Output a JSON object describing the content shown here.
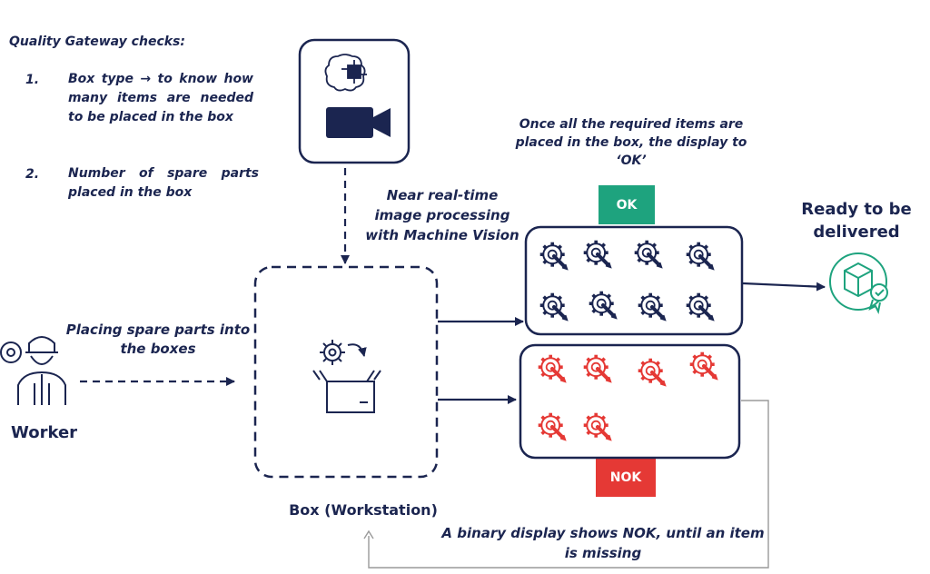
{
  "checks": {
    "title": "Quality Gateway checks:",
    "items": [
      {
        "num": "1.",
        "text": "Box type → to know how many items are needed to be placed in the box"
      },
      {
        "num": "2.",
        "text": "Number of spare parts placed in the box"
      }
    ]
  },
  "labels": {
    "ok_note": "Once all the required items are placed in the box, the display to ‘OK’",
    "ok_badge": "OK",
    "nok_badge": "NOK",
    "image_processing": "Near real-time image processing with Machine Vision",
    "ready": "Ready to be delivered",
    "placing": "Placing spare parts into the boxes",
    "worker": "Worker",
    "box": "Box (Workstation)",
    "nok_note": "A binary display shows NOK, until an item is missing"
  },
  "colors": {
    "navy": "#1b2550",
    "green": "#1ea37e",
    "red": "#e53935",
    "gray": "#9a9a9a"
  },
  "icons": {
    "camera_panel": [
      "ai-brain-icon",
      "video-camera-icon"
    ],
    "box_workstation": "gear-into-box-icon",
    "worker": "worker-icon",
    "delivery": "package-approved-icon",
    "parts": "gear-wrench-icon"
  }
}
